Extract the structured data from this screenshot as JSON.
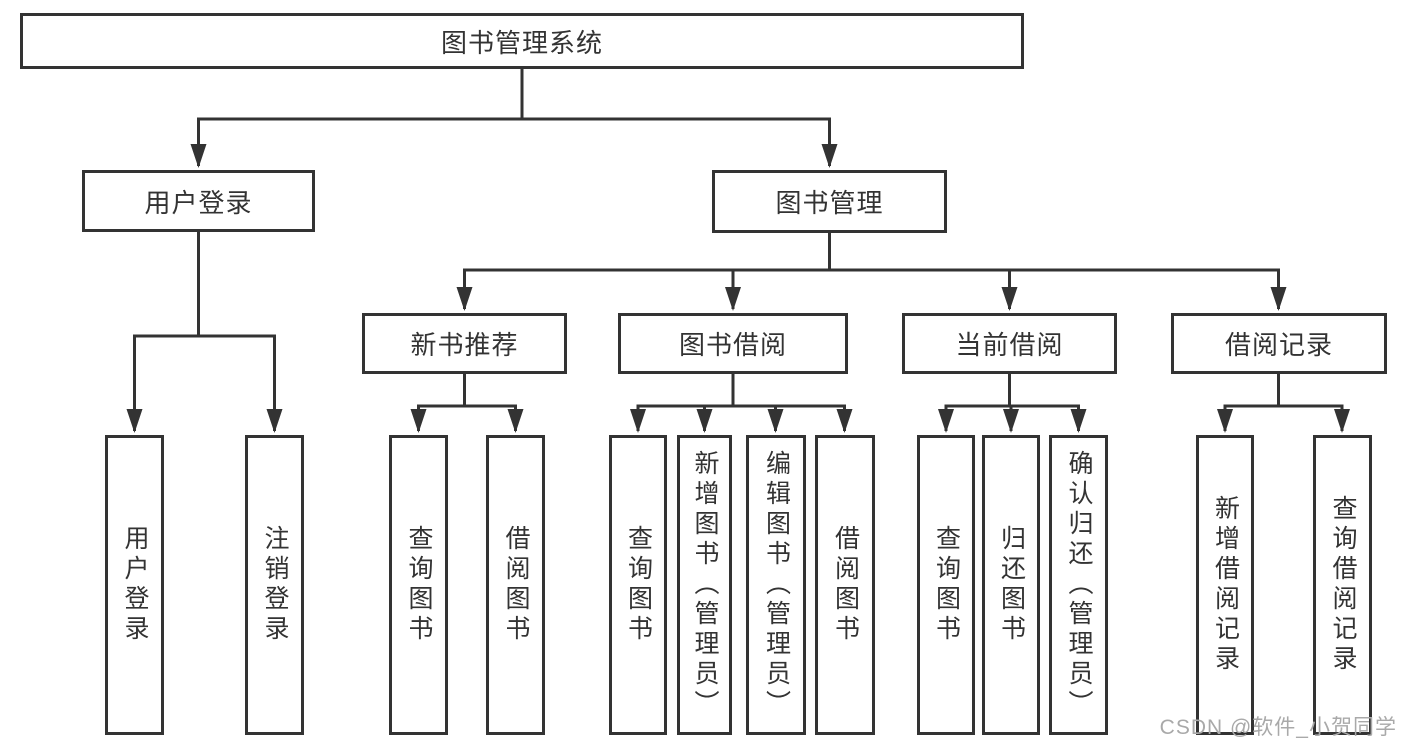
{
  "diagram": {
    "root": {
      "label": "图书管理系统",
      "children": [
        {
          "label": "用户登录",
          "children": [
            {
              "label": "用户登录"
            },
            {
              "label": "注销登录"
            }
          ]
        },
        {
          "label": "图书管理",
          "children": [
            {
              "label": "新书推荐",
              "children": [
                {
                  "label": "查询图书"
                },
                {
                  "label": "借阅图书"
                }
              ]
            },
            {
              "label": "图书借阅",
              "children": [
                {
                  "label": "查询图书"
                },
                {
                  "label": "新增图书（管理员）"
                },
                {
                  "label": "编辑图书（管理员）"
                },
                {
                  "label": "借阅图书"
                }
              ]
            },
            {
              "label": "当前借阅",
              "children": [
                {
                  "label": "查询图书"
                },
                {
                  "label": "归还图书"
                },
                {
                  "label": "确认归还（管理员）"
                }
              ]
            },
            {
              "label": "借阅记录",
              "children": [
                {
                  "label": "新增借阅记录"
                },
                {
                  "label": "查询借阅记录"
                }
              ]
            }
          ]
        }
      ]
    }
  },
  "watermark": {
    "text": "CSDN @软件_小贺同学"
  },
  "colors": {
    "line": "#333333",
    "text": "#333333",
    "box_background": "#ffffff",
    "page_background": "#ffffff",
    "watermark": "#a9a9a9"
  }
}
